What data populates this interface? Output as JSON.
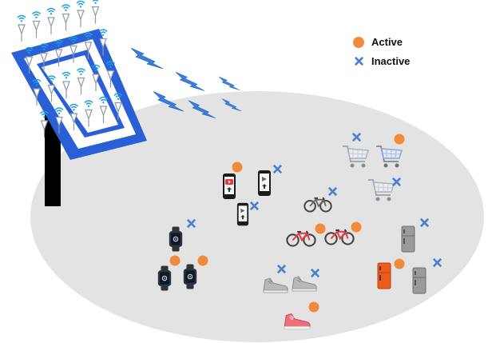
{
  "legend": {
    "active_label": "Active",
    "inactive_label": "Inactive",
    "active_color": "#f08a3c",
    "inactive_color": "#4a7fd1"
  },
  "colors": {
    "panel_frame": "#2a5fd6",
    "panel_inner": "#ffffff",
    "antenna": "#8f99a6",
    "wifi": "#1aa0e0",
    "bolt": "#3a7fd8",
    "ellipse": "#e3e3e3",
    "pole": "#000000"
  },
  "devices": [
    {
      "kind": "watch",
      "state": "inactive"
    },
    {
      "kind": "watch",
      "state": "active"
    },
    {
      "kind": "watch",
      "state": "active"
    },
    {
      "kind": "phone",
      "state": "active"
    },
    {
      "kind": "phone",
      "state": "inactive"
    },
    {
      "kind": "phone",
      "state": "inactive"
    },
    {
      "kind": "bicycle",
      "state": "inactive"
    },
    {
      "kind": "bicycle",
      "state": "active"
    },
    {
      "kind": "bicycle",
      "state": "active"
    },
    {
      "kind": "shoe",
      "state": "inactive"
    },
    {
      "kind": "shoe",
      "state": "inactive"
    },
    {
      "kind": "shoe",
      "state": "active"
    },
    {
      "kind": "cart",
      "state": "inactive"
    },
    {
      "kind": "cart",
      "state": "active"
    },
    {
      "kind": "cart",
      "state": "inactive"
    },
    {
      "kind": "fridge",
      "state": "inactive"
    },
    {
      "kind": "fridge",
      "state": "active"
    },
    {
      "kind": "fridge",
      "state": "inactive"
    }
  ]
}
